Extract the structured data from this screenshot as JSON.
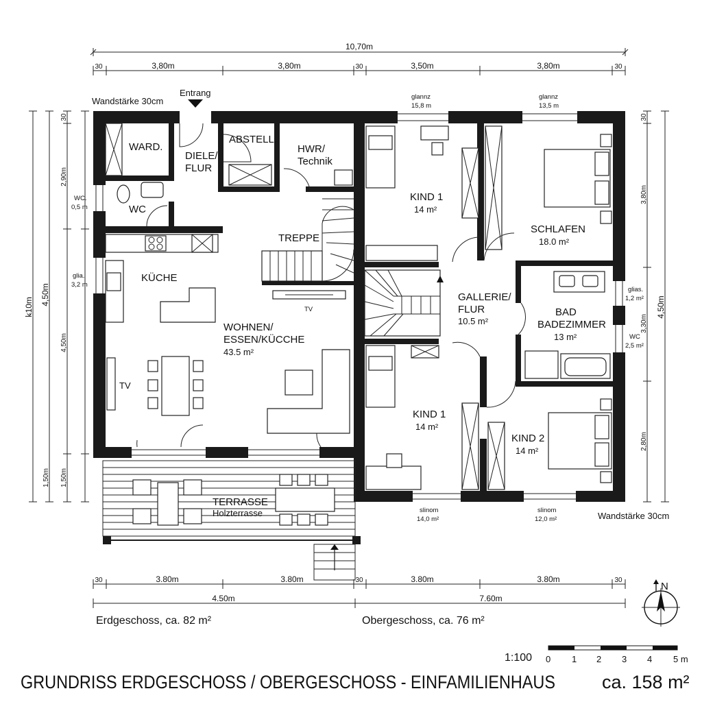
{
  "dims": {
    "top_total": "10,70m",
    "top_segments": [
      "30",
      "3,80m",
      "3,80m",
      "30",
      "3,50m",
      "3,80m",
      "30"
    ],
    "left_outer": "ꝃ10m",
    "left_mid": "4,50m",
    "left_a": "2,90m",
    "left_b": "4,50m",
    "left_c": "1,50m",
    "left_d": "1,50m",
    "left_30": "30",
    "right_a": "3,80m",
    "right_b": "3,30m",
    "right_c": "2,80m",
    "right_outer": "4,50m",
    "right_30": "30",
    "bottom_segments": [
      "30",
      "3.80m",
      "3.80m",
      "30",
      "3.80m",
      "3.80m",
      "30"
    ],
    "bottom_left": "4.50m",
    "bottom_right": "7.60m"
  },
  "labels": {
    "wall_top_left": "Wandstärke 30cm",
    "wall_bottom_right": "Wandstärke 30cm",
    "entrance": "Entrang",
    "ground_floor": "Erdgeschoss, ca. 82 m²",
    "upper_floor": "Obergeschoss, ca. 76 m²",
    "title": "GRUNDRISS ERDGESCHOSS / OBERGESCHOSS - EINFAMILIENHAUS",
    "total_area": "ca. 158 m²",
    "scale": "1:100",
    "scale_ticks": [
      "0",
      "1",
      "2",
      "3",
      "4",
      "5 m"
    ],
    "north": "N"
  },
  "rooms": {
    "ward": "WARD.",
    "diele": "DIELE/",
    "flur": "FLUR",
    "abstell": "ABSTELL.",
    "hwr": "HWR/",
    "technik": "Technik",
    "wc": "WC",
    "treppe": "TREPPE",
    "kueche": "KÜCHE",
    "wohnen1": "WOHNEN/",
    "wohnen2": "ESSEN/KÜCCHE",
    "wohnen_area": "43.5 m²",
    "tv_top": "TV",
    "tv_left": "TV",
    "terrasse": "TERRASSE",
    "holzterrasse": "Holzterrasse",
    "kind1_top": "KIND 1",
    "kind1_top_area": "14 m²",
    "schlafen": "SCHLAFEN",
    "schlafen_area": "18.0 m²",
    "gallerie": "GALLERIE/",
    "gallerie_flur": "FLUR",
    "gallerie_area": "10.5 m²",
    "bad": "BAD",
    "badezimmer": "BADEZIMMER",
    "bad_area": "13 m²",
    "kind1_bottom": "KIND 1",
    "kind1_bottom_area": "14 m²",
    "kind2": "KIND 2",
    "kind2_area": "14 m²"
  },
  "windows": {
    "top_left_label": "glannz",
    "top_left_size": "15,8 m",
    "top_right_label": "glannz",
    "top_right_size": "13,5 m",
    "bottom_left_label": "slinom",
    "bottom_left_size": "14,0 m²",
    "bottom_right_label": "slinom",
    "bottom_right_size": "12,0 m²",
    "wc_left_label": "WC.",
    "wc_left_size": "0,5 m",
    "kitchen_label": "glia.",
    "kitchen_size": "3,2 m",
    "bath_label": "glias.",
    "bath_size": "1,2 m²",
    "wc_right_label": "WC",
    "wc_right_size": "2,5 m²"
  }
}
